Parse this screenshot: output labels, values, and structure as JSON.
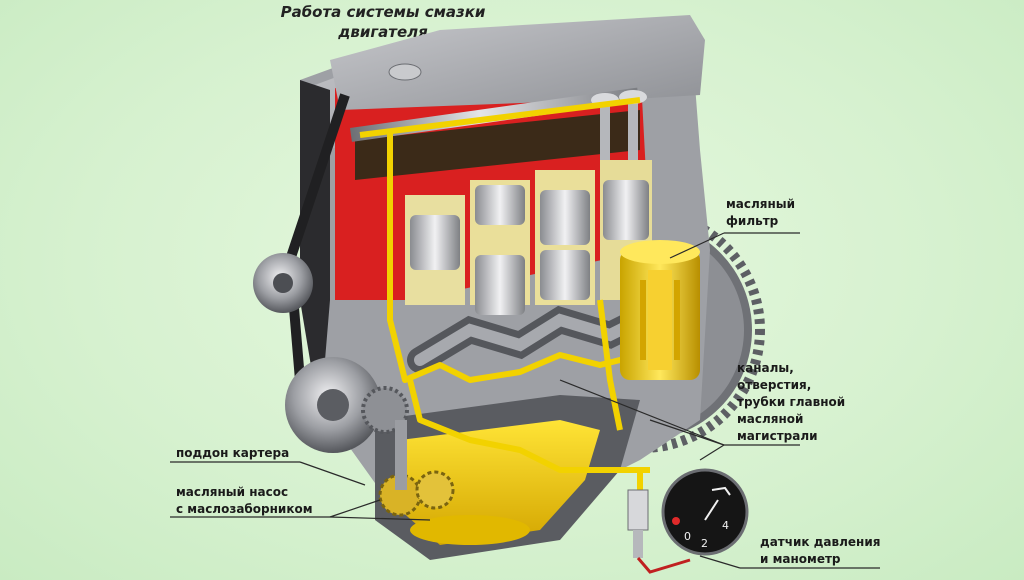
{
  "title": {
    "line1": "Работа системы смазки",
    "line2": "двигателя"
  },
  "labels": {
    "oil_filter": [
      "масляный",
      "фильтр"
    ],
    "channels": [
      "каналы,",
      "отверстия,",
      "трубки главной",
      "масляной",
      "магистрали"
    ],
    "oil_pan": "поддон картера",
    "oil_pump": [
      "масляный насос",
      "с маслозаборником"
    ],
    "pressure_sensor": [
      "датчик давления",
      "и манометр"
    ]
  },
  "gauge": {
    "scale": [
      "0",
      "2",
      "4"
    ]
  },
  "colors": {
    "oil": "#f2d200",
    "cylinder_block_cut": "#d92020",
    "metal": "#a9abb0",
    "background": "#d9f3d2"
  }
}
